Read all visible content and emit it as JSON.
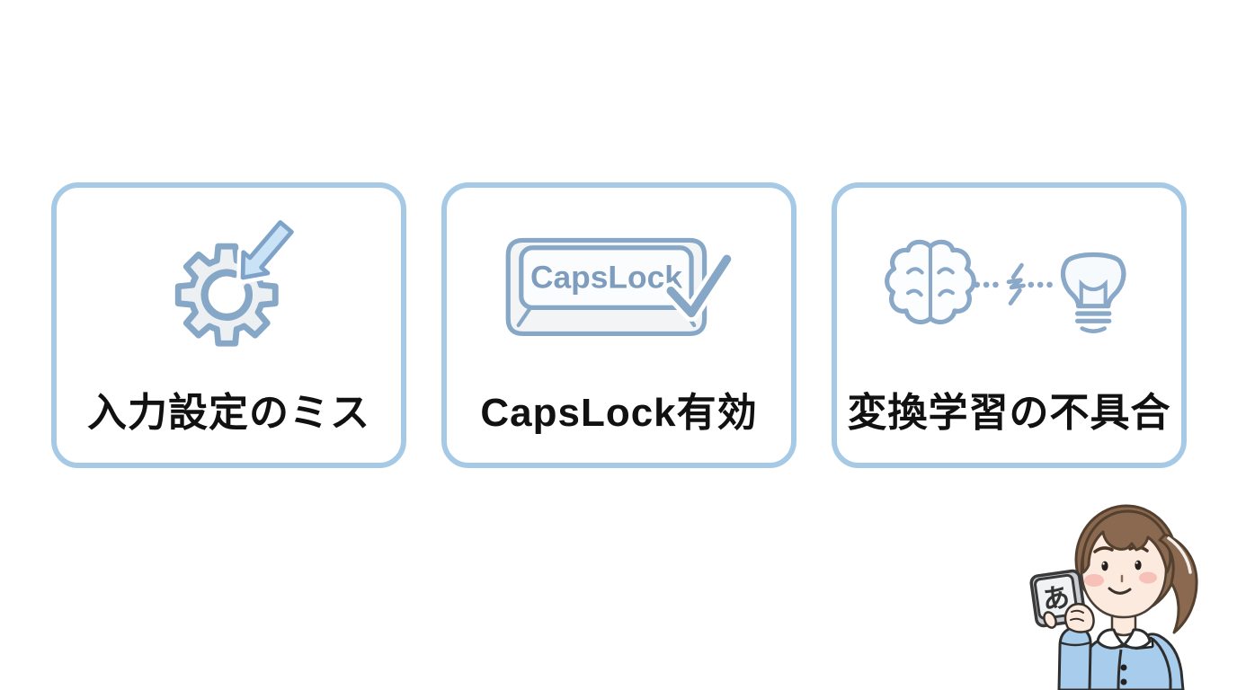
{
  "page": {
    "background": "#ffffff"
  },
  "colors": {
    "card_border": "#a6c9e6",
    "icon_stroke": "#87a7c7",
    "icon_fill": "#eef0f3",
    "arrow_fill": "#c9e2f5",
    "label_text": "#111111",
    "keycap_label": "#7e9dbd",
    "hair": "#8a6950",
    "jacket": "#a8cdec",
    "skin": "#fdeadf"
  },
  "cards": [
    {
      "label": "入力設定のミス",
      "icon": "gear-arrow-icon"
    },
    {
      "label": "CapsLock有効",
      "icon": "capslock-key-check-icon",
      "key_text": "CapsLock"
    },
    {
      "label": "変換学習の不具合",
      "icon": "brain-disconnect-bulb-icon"
    }
  ],
  "character": {
    "name": "worried-office-woman",
    "held_key_label": "あ"
  }
}
